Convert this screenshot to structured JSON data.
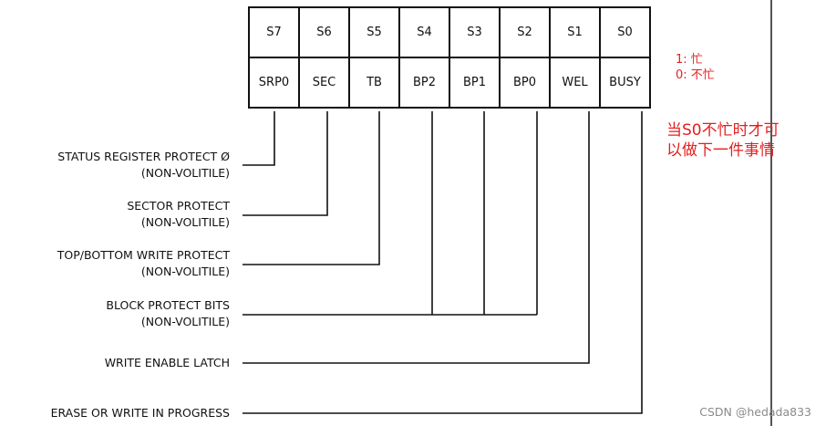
{
  "status_bits": [
    "S7",
    "S6",
    "S5",
    "S4",
    "S3",
    "S2",
    "S1",
    "S0"
  ],
  "bit_names": [
    "SRP0",
    "SEC",
    "TB",
    "BP2",
    "BP1",
    "BP0",
    "WEL",
    "BUSY"
  ],
  "labels": {
    "srp": {
      "line1": "STATUS REGISTER PROTECT Ø",
      "line2": "(NON-VOLITILE)"
    },
    "sec": {
      "line1": "SECTOR PROTECT",
      "line2": "(NON-VOLITILE)"
    },
    "tb": {
      "line1": "TOP/BOTTOM WRITE PROTECT",
      "line2": "(NON-VOLITILE)"
    },
    "bp": {
      "line1": "BLOCK PROTECT BITS",
      "line2": "(NON-VOLITILE)"
    },
    "wel": {
      "line1": "WRITE ENABLE LATCH"
    },
    "busy": {
      "line1": "ERASE OR WRITE IN PROGRESS"
    }
  },
  "annotations": {
    "busy_legend": [
      "1: 忙",
      "0: 不忙"
    ],
    "s0_note": "当S0不忙时才可以做下一件事情"
  },
  "watermark": "CSDN @hedada833",
  "colors": {
    "annotation": "#e41f1f",
    "line": "#111111",
    "watermark": "#8a8a8a"
  }
}
